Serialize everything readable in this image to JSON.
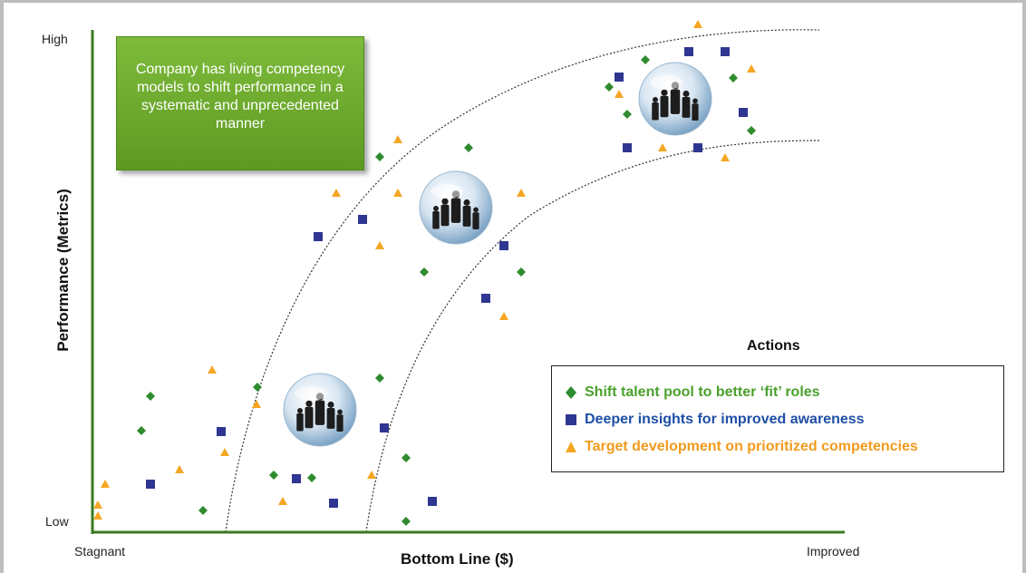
{
  "axes": {
    "y_title": "Performance (Metrics)",
    "x_title": "Bottom Line ($)",
    "y_high": "High",
    "y_low": "Low",
    "x_low": "Stagnant",
    "x_high": "Improved"
  },
  "callout": {
    "text": "Company has living competency models to shift performance in a systematic and unprecedented manner"
  },
  "legend": {
    "title": "Actions",
    "items": [
      {
        "marker": "diamond",
        "color": "#2e8b2e",
        "label": "Shift talent pool to better ‘fit’ roles"
      },
      {
        "marker": "square",
        "color": "#2f3691",
        "label": "Deeper insights for improved awareness"
      },
      {
        "marker": "triangle",
        "color": "#f5a623",
        "label": "Target development on prioritized competencies"
      }
    ]
  },
  "colors": {
    "axis": "#3a7a22",
    "diamond": "#2e8b2e",
    "square": "#2f3691",
    "triangle": "#f5a623"
  },
  "icons": {
    "group_emblem": "business-team-silhouette-icon"
  }
}
